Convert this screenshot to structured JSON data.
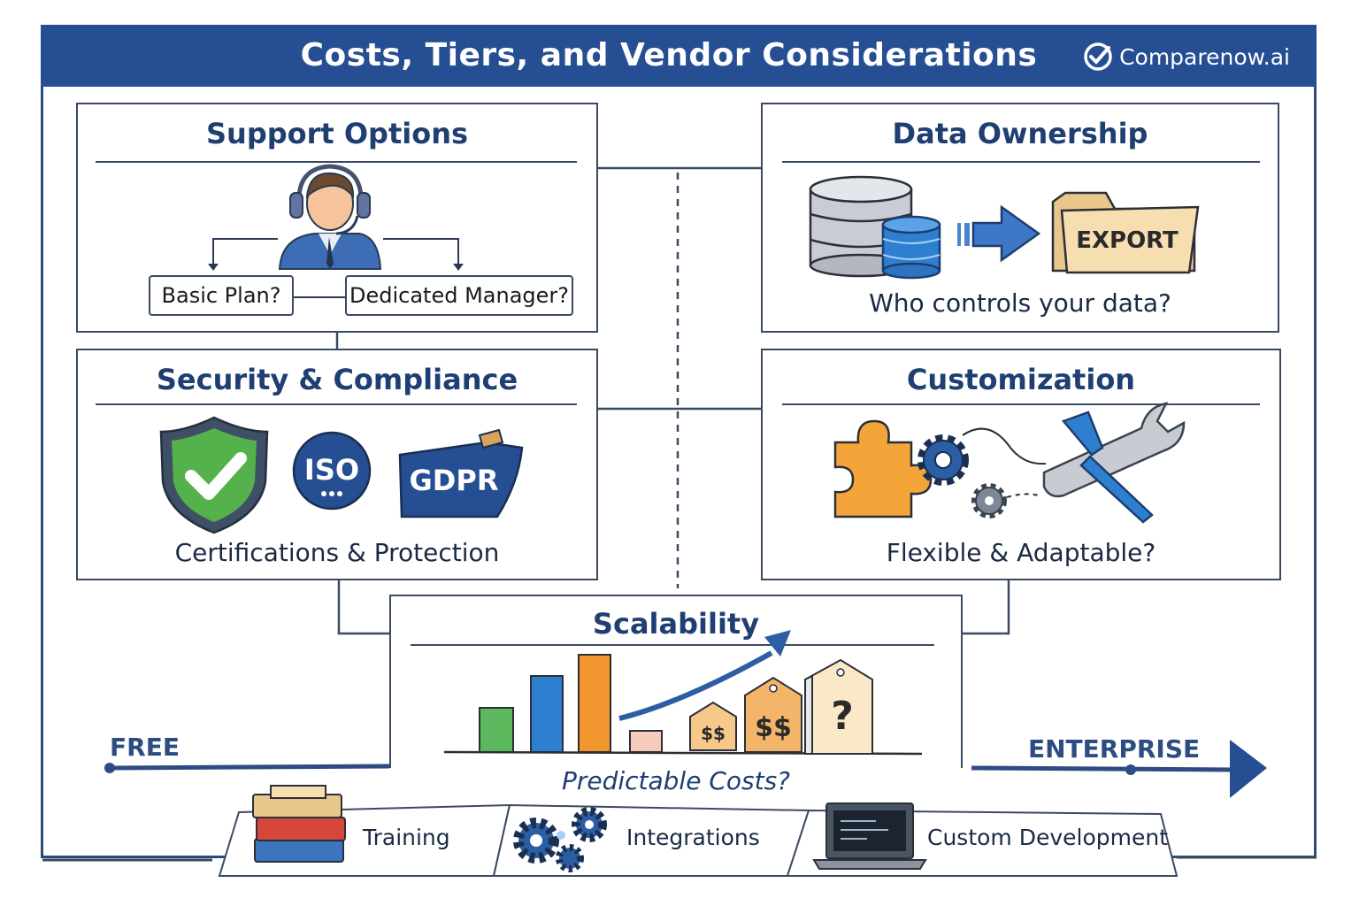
{
  "header": {
    "title": "Costs, Tiers, and Vendor Considerations",
    "brand": "Comparenow.ai"
  },
  "support": {
    "title": "Support Options",
    "option_left": "Basic Plan?",
    "option_right": "Dedicated Manager?"
  },
  "data_ownership": {
    "title": "Data Ownership",
    "export_label": "EXPORT",
    "caption": "Who controls your data?"
  },
  "security": {
    "title": "Security & Compliance",
    "iso_label": "ISO",
    "gdpr_label": "GDPR",
    "caption": "Certifications & Protection"
  },
  "customization": {
    "title": "Customization",
    "caption": "Flexible & Adaptable?"
  },
  "scalability": {
    "title": "Scalability",
    "tag_small": "$$",
    "tag_medium": "$$",
    "tag_large": "?",
    "caption": "Predictable Costs?"
  },
  "tiers": {
    "start": "FREE",
    "end": "ENTERPRISE"
  },
  "services": {
    "training": "Training",
    "integrations": "Integrations",
    "custom_dev": "Custom Development"
  },
  "colors": {
    "brand_blue": "#254e93",
    "navy": "#1f3e72",
    "green": "#4caf50",
    "orange": "#f2962f",
    "peach": "#f6c88a"
  }
}
